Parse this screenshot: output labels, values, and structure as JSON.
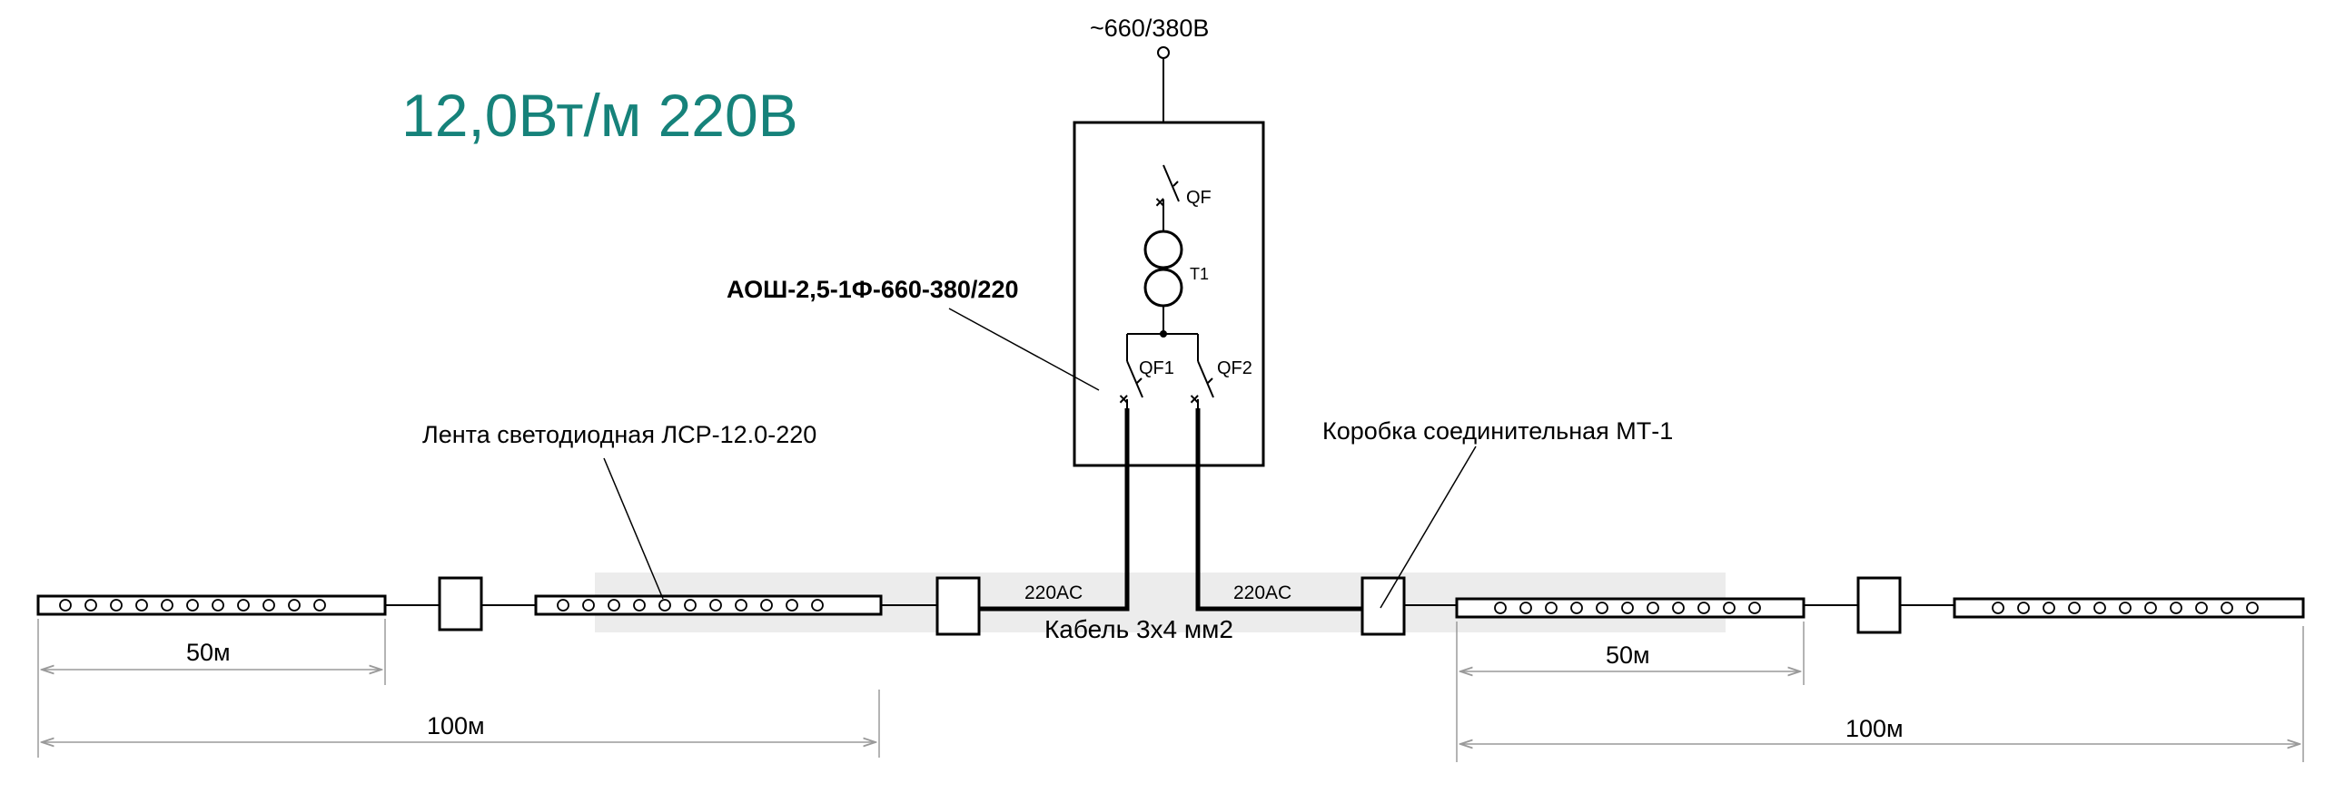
{
  "title": "12,0Вт/м 220В",
  "supply": "~660/380В",
  "cabinet_model": "АОШ-2,5-1Ф-660-380/220",
  "components": {
    "main_breaker": "QF",
    "transformer": "T1",
    "breaker_1": "QF1",
    "breaker_2": "QF2"
  },
  "strip_label": "Лента светодиодная ЛСР-12.0-220",
  "junction_label": "Коробка соединительная МТ-1",
  "cable_label": "Кабель 3х4 мм2",
  "line_voltage_left": "220AC",
  "line_voltage_right": "220AC",
  "dimensions": {
    "left_segment": "50м",
    "left_total": "100м",
    "right_segment": "50м",
    "right_total": "100м"
  },
  "colors": {
    "title": "#16827a",
    "lines": "#000000",
    "dimension_lines": "#9a9a9a"
  }
}
